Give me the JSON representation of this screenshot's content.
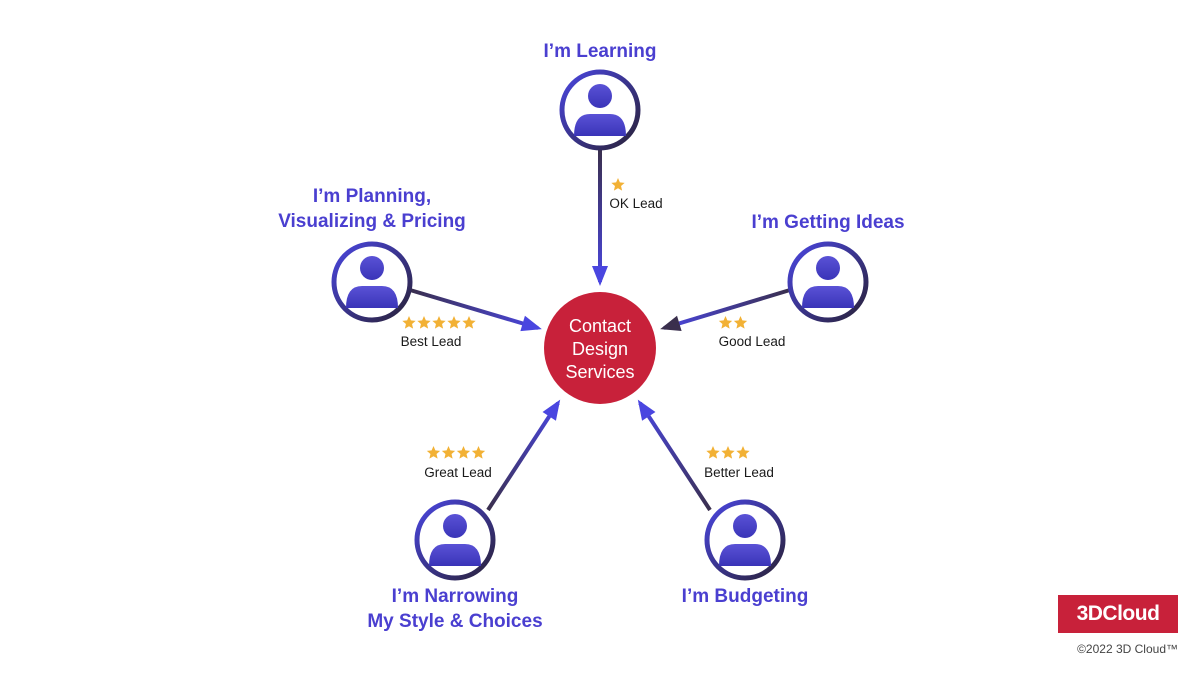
{
  "center": {
    "lines": [
      "Contact",
      "Design",
      "Services"
    ]
  },
  "personas": [
    {
      "id": "learning",
      "title": [
        "I’m Learning"
      ],
      "lead": "OK Lead",
      "stars": 1
    },
    {
      "id": "ideas",
      "title": [
        "I’m Getting Ideas"
      ],
      "lead": "Good Lead",
      "stars": 2
    },
    {
      "id": "budgeting",
      "title": [
        "I’m Budgeting"
      ],
      "lead": "Better Lead",
      "stars": 3
    },
    {
      "id": "narrowing",
      "title": [
        "I’m Narrowing",
        "My Style & Choices"
      ],
      "lead": "Great Lead",
      "stars": 4
    },
    {
      "id": "planning",
      "title": [
        "I’m Planning,",
        "Visualizing & Pricing"
      ],
      "lead": "Best Lead",
      "stars": 5
    }
  ],
  "brand": {
    "logo": "3DCloud",
    "copyright": "©2022 3D Cloud™"
  },
  "colors": {
    "persona_blue": "#4a3fd0",
    "arrow_dark": "#3a2f4d",
    "center_red": "#c8213a",
    "star_gold": "#f2b135"
  }
}
